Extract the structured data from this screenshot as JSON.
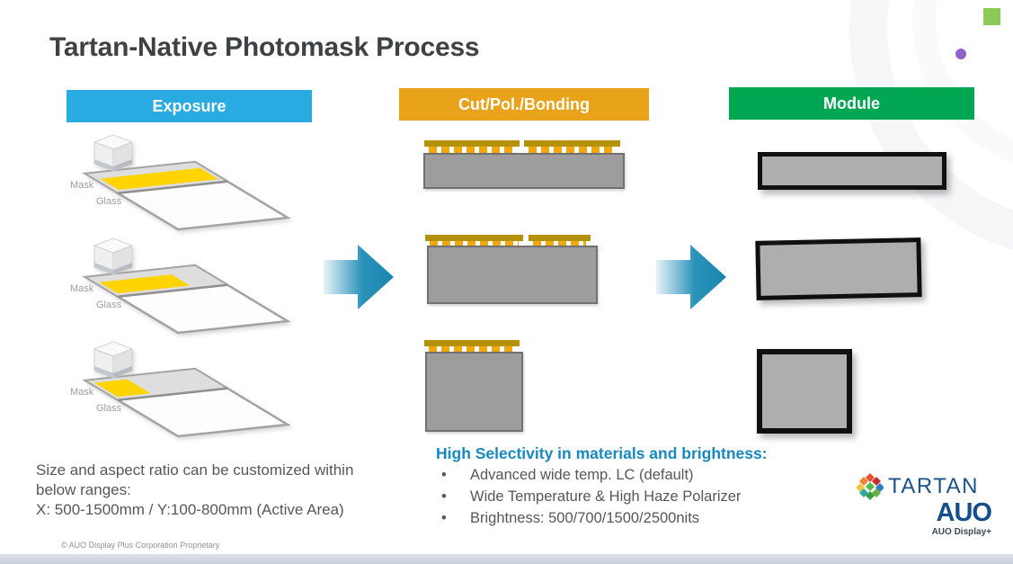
{
  "title": "Tartan-Native Photomask Process",
  "columns": [
    {
      "label": "Exposure",
      "color": "#29ABE2"
    },
    {
      "label": "Cut/Pol./Bonding",
      "color": "#E9A31B"
    },
    {
      "label": "Module",
      "color": "#00A651"
    }
  ],
  "labels": {
    "mask": "Mask",
    "glass": "Glass"
  },
  "notes_left": {
    "lines": [
      "Size and aspect ratio can be customized within",
      "below ranges:",
      "X: 500-1500mm / Y:100-800mm (Active Area)"
    ]
  },
  "notes_selectivity": {
    "heading": "High Selectivity in materials and brightness:",
    "heading_color": "#1789BE",
    "bullets": [
      "Advanced wide temp. LC (default)",
      "Wide Temperature & High Haze Polarizer",
      "Brightness: 500/700/1500/2500nits"
    ]
  },
  "logos": {
    "tartan_text": "TARTAN",
    "auo_text": "AUO",
    "auo_subtext": "AUO Display+"
  },
  "footer": "© AUO Display Plus Corporation Proprietary",
  "theme": {
    "arrow_blue": "#1A85AD",
    "mask_yellow": "#FFD400",
    "comb_bar_gold": "#B5920B",
    "comb_teeth_amber": "#F2A70B",
    "die_gray": "#9D9D9D",
    "decor_square_green": "#8DC956",
    "decor_dot_purple": "#9161C9"
  }
}
